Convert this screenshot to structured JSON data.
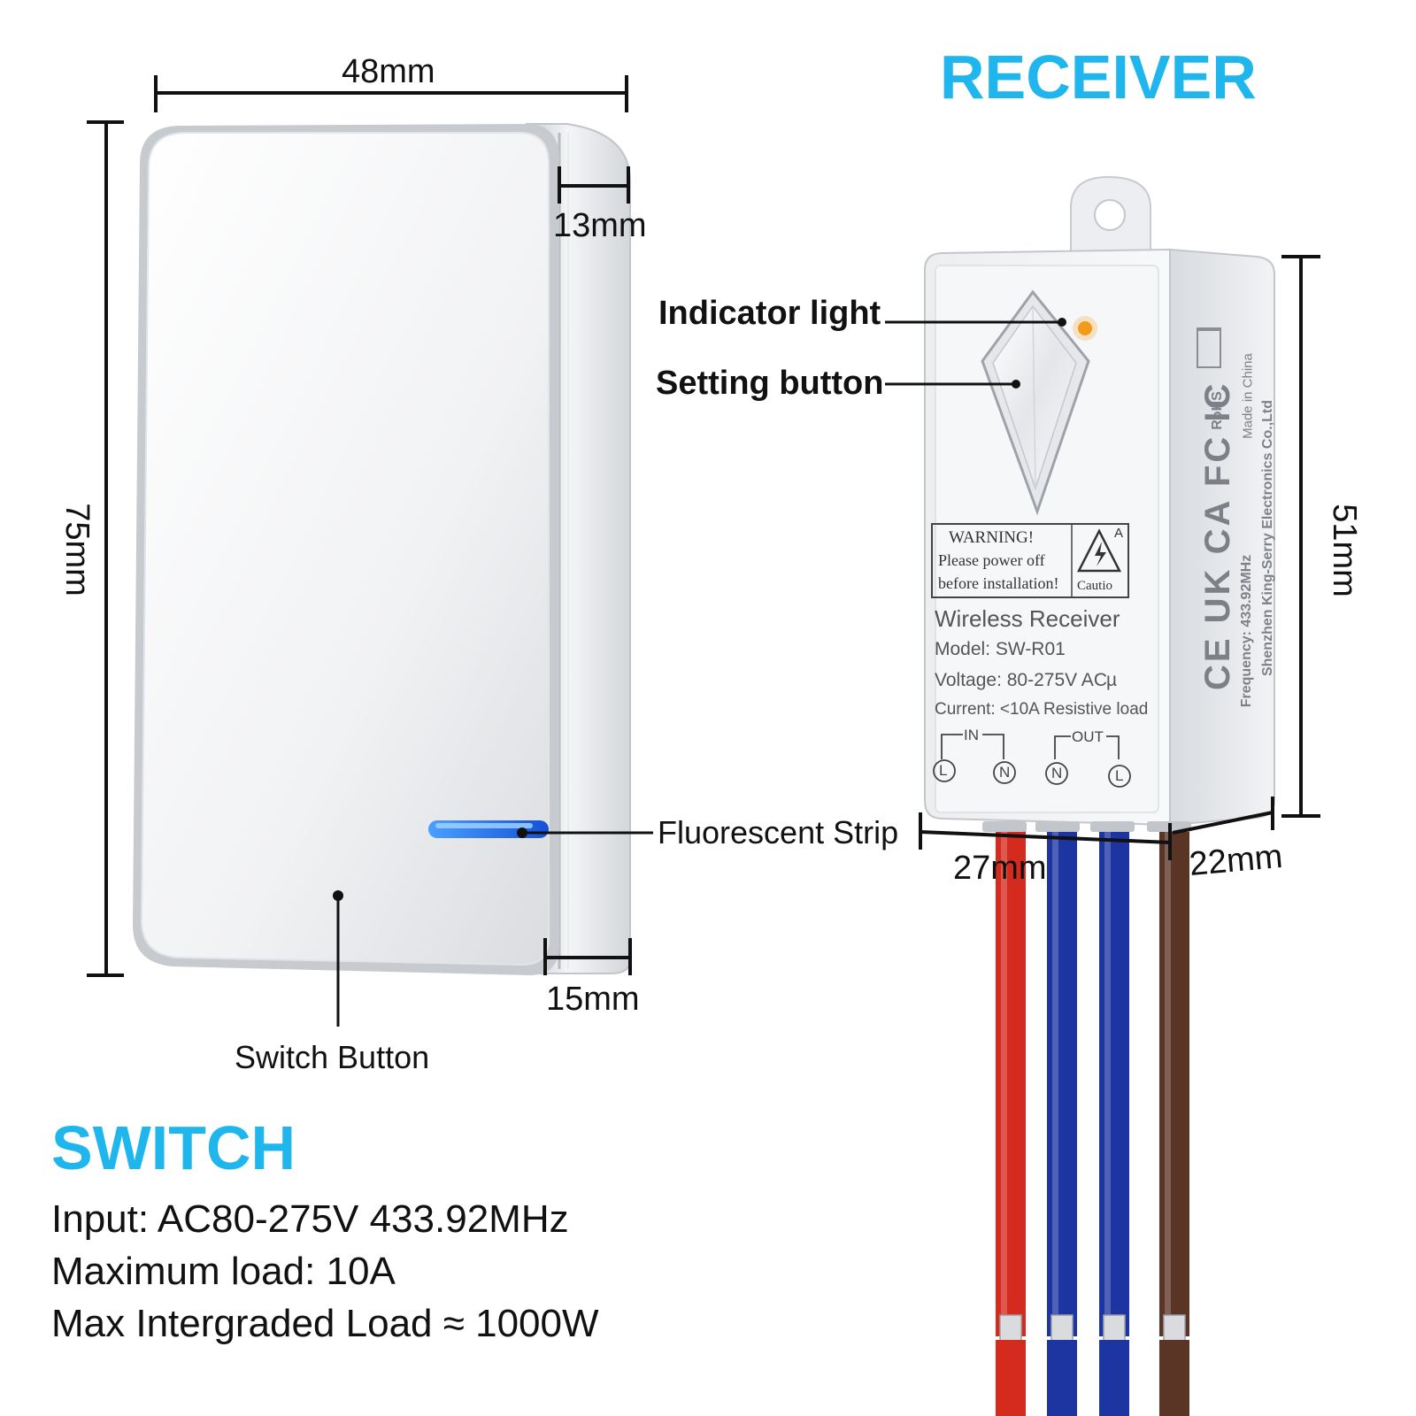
{
  "colors": {
    "accent": "#1fb6ee",
    "indicator_light": "#f59a1a",
    "strip_blue": "#1e78ff",
    "wire_red": "#d42b1e",
    "wire_blue": "#1d35a0",
    "wire_brown": "#5a3424"
  },
  "switch": {
    "heading": "SWITCH",
    "dimensions": {
      "width": "48mm",
      "height": "75mm",
      "depth": "13mm",
      "base_depth": "15mm"
    },
    "labels": {
      "strip": "Fluorescent Strip",
      "button": "Switch Button"
    },
    "specs": [
      "Input: AC80-275V 433.92MHz",
      "Maximum load: 10A",
      "Max Intergraded Load ≈ 1000W"
    ]
  },
  "receiver": {
    "heading": "RECEIVER",
    "dimensions": {
      "width": "27mm",
      "height": "51mm",
      "depth": "22mm"
    },
    "labels": {
      "indicator": "Indicator light",
      "setting": "Setting button"
    },
    "warning": {
      "title": "WARNING!",
      "line1": "Please power off",
      "line2": "before installation!",
      "caution": "Cautio",
      "corner": "A"
    },
    "product": {
      "name": "Wireless Receiver",
      "model": "Model: SW-R01",
      "voltage": "Voltage: 80-275V AC",
      "voltage_mark": "µ",
      "current": "Current: <10A Resistive load"
    },
    "terminals": {
      "in_label": "IN",
      "out_label": "OUT",
      "letters": [
        "L",
        "N",
        "N",
        "L"
      ]
    },
    "side": {
      "frequency": "Frequency: 433.92MHz",
      "maker": "Shenzhen King-Serry Electronics Co.,Ltd",
      "origin": "Made in China",
      "rohs": "RoHS",
      "marks": "CE UK CA FC IC"
    }
  }
}
